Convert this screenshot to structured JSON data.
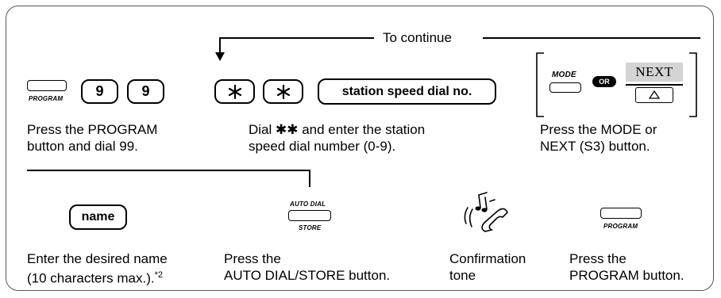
{
  "step1": {
    "button_label": "PROGRAM",
    "keys": [
      "9",
      "9"
    ],
    "caption_line1": "Press the PROGRAM",
    "caption_line2": "button and dial 99."
  },
  "continue_label": "To continue",
  "step2": {
    "keys": [
      "*",
      "*"
    ],
    "input_label": "station speed dial no.",
    "caption_line1": "Dial ✱✱ and enter the station",
    "caption_line2": "speed dial number (0-9)."
  },
  "step3": {
    "mode_label": "MODE",
    "or_label": "OR",
    "next_label": "NEXT",
    "caption_line1": "Press the MODE or",
    "caption_line2": "NEXT (S3) button."
  },
  "step4": {
    "input_label": "name",
    "caption_line1": "Enter the desired name",
    "caption_line2": "(10 characters max.).",
    "footnote": "*2"
  },
  "step5": {
    "top_label": "AUTO DIAL",
    "bottom_label": "STORE",
    "caption_line1": "Press the",
    "caption_line2": "AUTO DIAL/STORE button."
  },
  "step6": {
    "caption_line1": "Confirmation",
    "caption_line2": "tone"
  },
  "step7": {
    "button_label": "PROGRAM",
    "caption_line1": "Press the",
    "caption_line2": "PROGRAM button."
  }
}
